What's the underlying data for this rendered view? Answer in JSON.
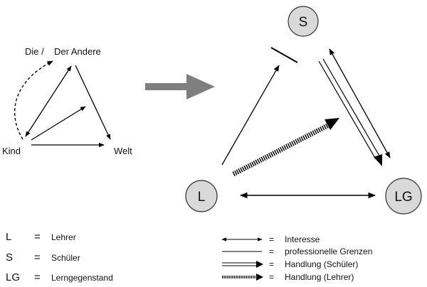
{
  "left_triangle": {
    "label_die": "Die /",
    "label_der_andere": "Der Andere",
    "label_kind": "Kind",
    "label_welt": "Welt"
  },
  "nodes": {
    "s": "S",
    "l": "L",
    "lg": "LG"
  },
  "legend_left": [
    {
      "key": "L",
      "eq": "=",
      "value": "Lehrer"
    },
    {
      "key": "S",
      "eq": "=",
      "value": "Schüler"
    },
    {
      "key": "LG",
      "eq": "=",
      "value": "Lerngegenstand"
    }
  ],
  "legend_right": [
    {
      "symbol": "double-arrow-icon",
      "eq": "=",
      "value": "Interesse"
    },
    {
      "symbol": "line-icon",
      "eq": "=",
      "value": "professionelle Grenzen"
    },
    {
      "symbol": "double-line-arrow-icon",
      "eq": "=",
      "value": "Handlung (Schüler)"
    },
    {
      "symbol": "dotted-arrow-icon",
      "eq": "=",
      "value": "Handlung (Lehrer)"
    }
  ],
  "colors": {
    "node_fill": "#d9d9d9",
    "big_arrow": "#7f7f7f",
    "ink": "#000000"
  }
}
